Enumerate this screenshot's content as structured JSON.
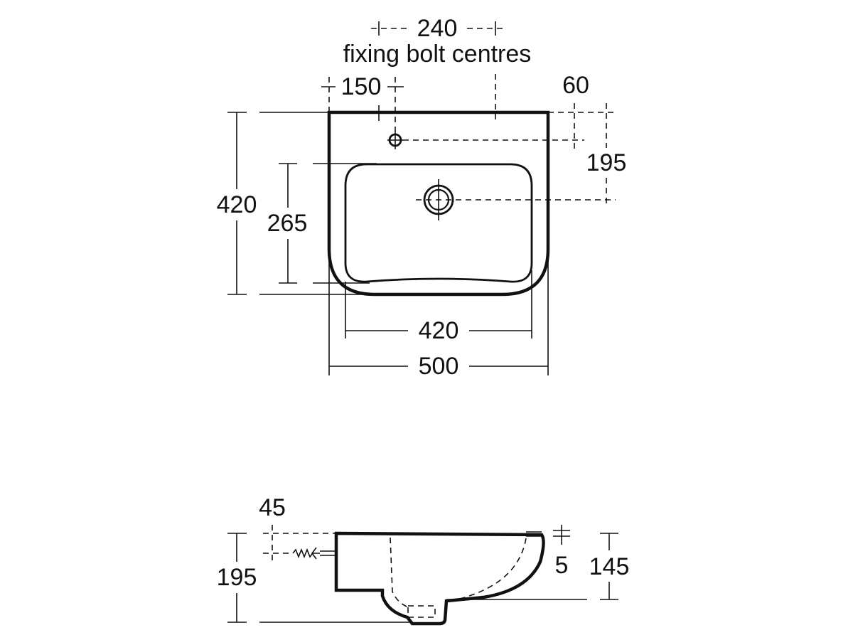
{
  "plan_view": {
    "fixing_bolt_distance": "240",
    "fixing_bolt_caption": "fixing bolt centres",
    "tap_hole_offset": "150",
    "tap_hole_from_back": "60",
    "waste_from_back": "195",
    "overall_depth": "420",
    "bowl_depth": "265",
    "bowl_width": "420",
    "overall_width": "500"
  },
  "side_view": {
    "bolt_height": "45",
    "overall_height": "195",
    "rim_thickness": "5",
    "bowl_height": "145"
  }
}
